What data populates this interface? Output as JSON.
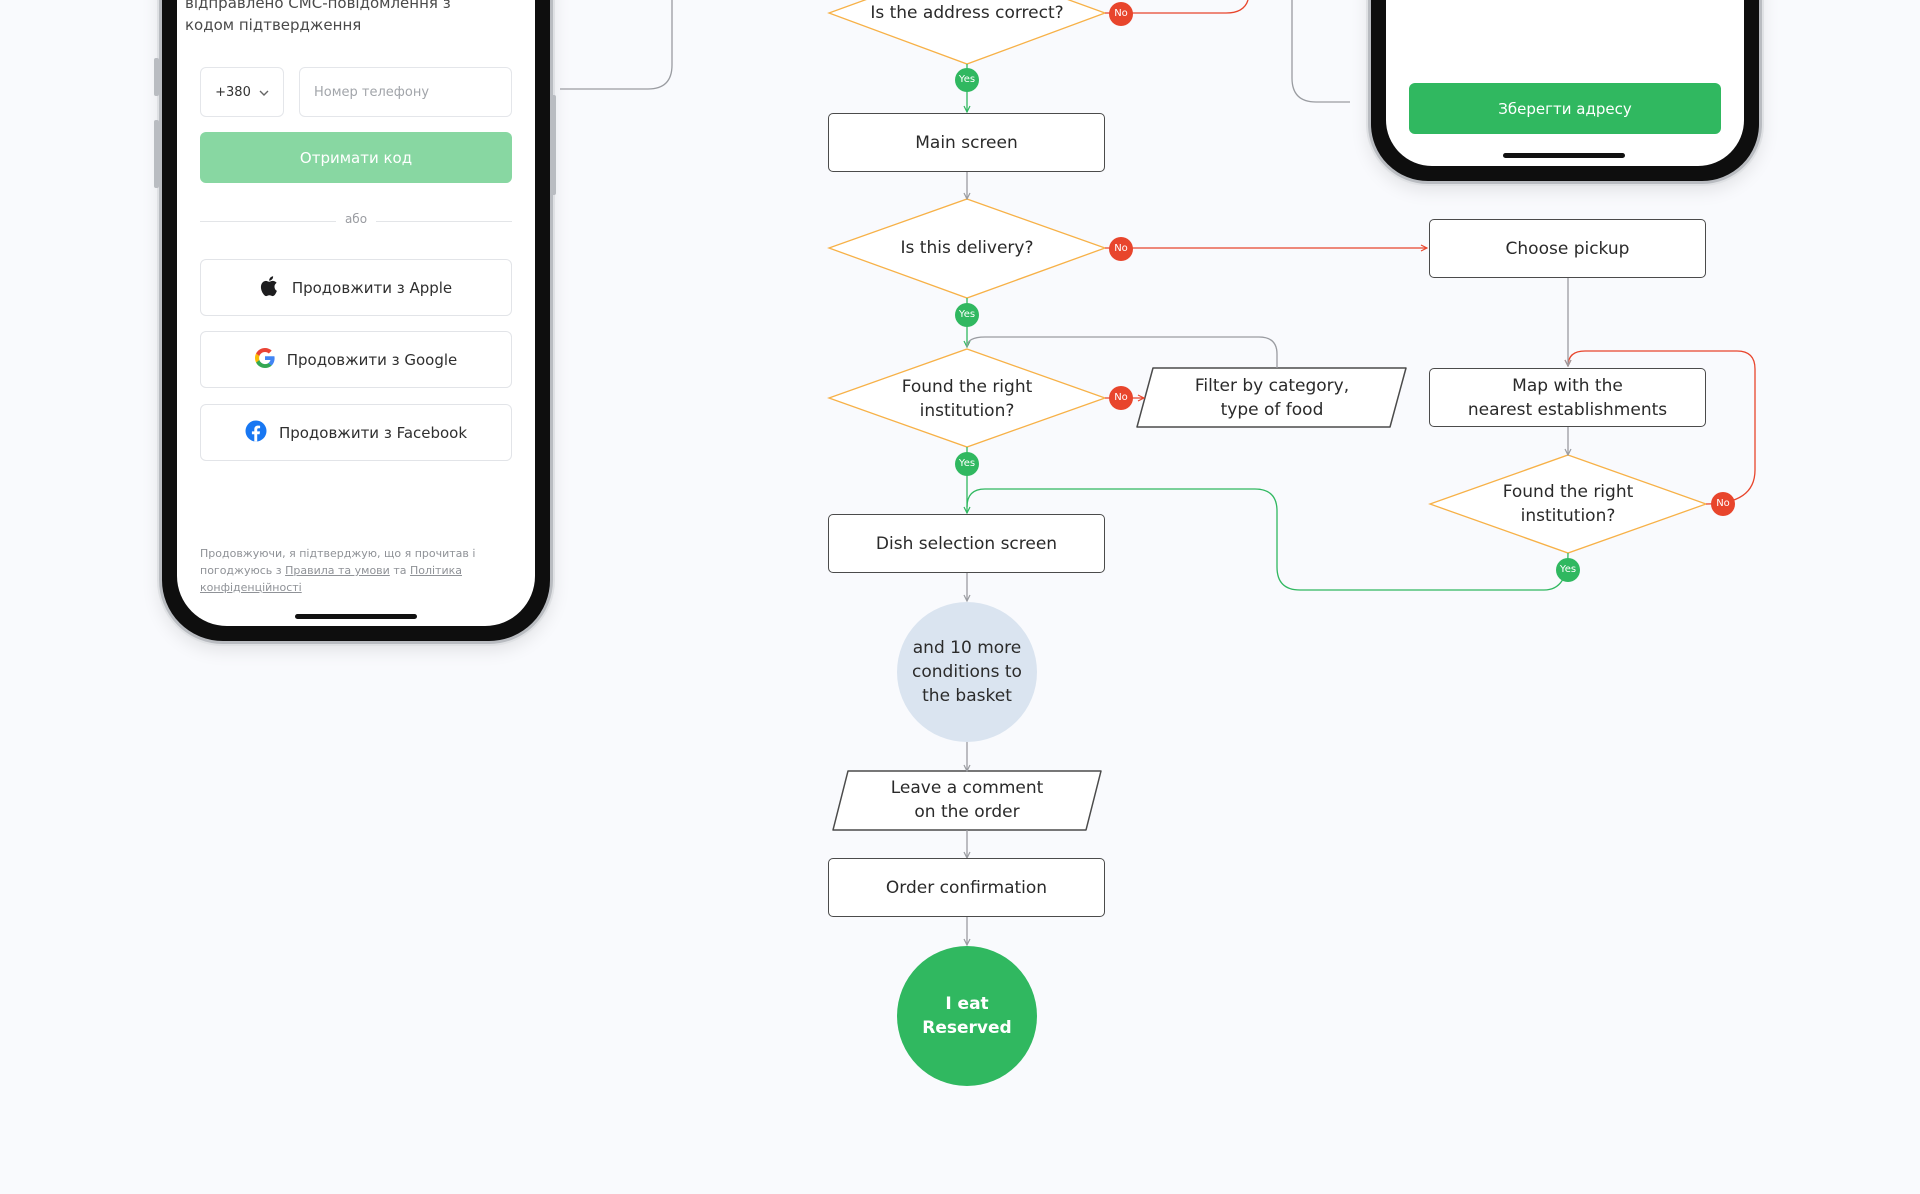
{
  "colors": {
    "background": "#f9fafd",
    "accent_green": "#30b860",
    "accent_green_light": "#88d7a2",
    "decision_stroke": "#f7b147",
    "no_red": "#e8452c",
    "connector_grey": "#9a9ca1",
    "node_border": "#4b4b4b",
    "grey_circle": "#dae4f0"
  },
  "login_screen": {
    "sms_text": "відправлено СМС-повідомлення з кодом підтвердження",
    "country_code": "+380",
    "chevron_icon": "chevron-down",
    "phone_placeholder": "Номер телефону",
    "get_code_button": "Отримати код",
    "or_text": "або",
    "social_buttons": [
      {
        "label": "Продовжити з Apple",
        "icon": "apple-icon"
      },
      {
        "label": "Продовжити з Google",
        "icon": "google-icon"
      },
      {
        "label": "Продовжити з Facebook",
        "icon": "facebook-icon"
      }
    ],
    "terms": {
      "prefix": "Продовжуючи, я підтверджую, що я прочитав і погоджуюсь з",
      "link_terms": "Правила та умови",
      "and": "та",
      "link_privacy": "Політика конфіденційності"
    }
  },
  "address_screen": {
    "save_button": "Зберегти адресу"
  },
  "flowchart": {
    "badges": {
      "yes": "Yes",
      "no": "No"
    },
    "nodes": {
      "address_correct": "Is the address correct?",
      "main_screen": "Main screen",
      "is_delivery": "Is this delivery?",
      "choose_pickup": "Choose pickup",
      "found_right_1": "Found the right\ninstitution?",
      "filter_category": "Filter by category,\ntype of food",
      "map_nearest": "Map with the\nnearest establishments",
      "found_right_2": "Found the right\ninstitution?",
      "dish_selection": "Dish selection screen",
      "more_conditions": "and 10 more\nconditions to\nthe basket",
      "leave_comment": "Leave a comment\non the order",
      "order_confirmation": "Order confirmation",
      "final": "I eat\nReserved"
    }
  }
}
